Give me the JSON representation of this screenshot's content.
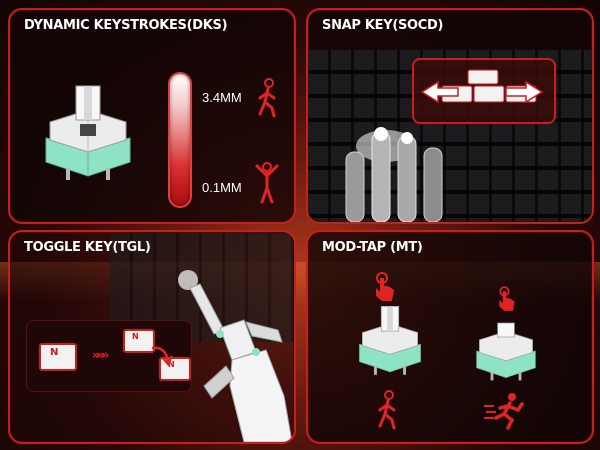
{
  "panels": {
    "dks": {
      "title": "DYNAMIC KEYSTROKES(DKS)",
      "max_label": "3.4MM",
      "min_label": "0.1MM",
      "icons": [
        "walking-person-icon",
        "standing-person-icon"
      ]
    },
    "socd": {
      "title": "SNAP KEY(SOCD)",
      "icons": [
        "left-right-arrows-icon"
      ]
    },
    "tgl": {
      "title": "TOGGLE KEY(TGL)",
      "key_letter": "N",
      "icons": [
        "chevron-arrows-icon",
        "swap-arrow-icon"
      ]
    },
    "mt": {
      "title": "MOD-TAP (MT)",
      "icons": [
        "tap-hand-icon",
        "press-hand-icon",
        "walking-person-icon",
        "running-person-icon"
      ]
    }
  },
  "colors": {
    "accent_red": "#c81e1e",
    "switch_mint": "#8ee3c4",
    "switch_white": "#f2f2f2"
  }
}
